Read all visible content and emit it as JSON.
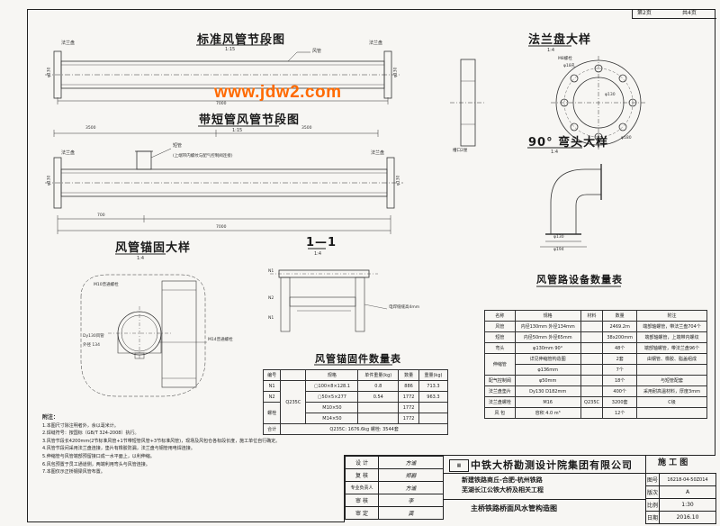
{
  "sheet": {
    "label_no": "第2页",
    "label_total": "共4页"
  },
  "watermark": "www.jdw2.com",
  "drawings": {
    "standard": {
      "title": "标准风管节段图",
      "scale": "1:15",
      "label_pipe": "风管",
      "label_flange": "法兰盘",
      "dim_len": "7000",
      "dim_dia": "φ130"
    },
    "short": {
      "title": "带短管风管节段图",
      "scale": "1:15",
      "dim_left": "3500",
      "dim_right": "3500",
      "dim_700": "700",
      "dim_total": "7000",
      "label_short": "短管",
      "label_short_note": "(上端带内螺纹与配气控制阀连接)",
      "label_flange": "法兰盘",
      "dim_dia": "φ130"
    },
    "flange": {
      "title": "法兰盘大样",
      "scale": "1:4",
      "bolt": "M8螺栓",
      "hole": "φ18孔",
      "groove": "槽口2厘",
      "d1": "φ130",
      "d2": "φ180"
    },
    "elbow": {
      "title": "90° 弯头大样",
      "scale": "1:4",
      "d1": "φ130",
      "d2": "φ194"
    },
    "anchor": {
      "title": "风管锚固大样",
      "scale": "1:4",
      "bolt": "M10普通螺栓",
      "pipe": "Dy130风管",
      "pipe2": "外径 134",
      "m": "M14普通螺栓"
    },
    "section": {
      "title": "1—1",
      "scale": "1:4",
      "n1": "N1",
      "n2": "N2",
      "n3": "N1",
      "weld": "电焊缝缝高4mm"
    }
  },
  "anchor_table": {
    "title": "风管锚固件数量表",
    "header": [
      "编号",
      "",
      "规格",
      "单件重量(kg)",
      "数量",
      "重量(kg)"
    ],
    "rows": [
      [
        "N1",
        "Q235C",
        "▢100×8×128.1",
        "0.8",
        "886",
        "713.3"
      ],
      [
        "N2",
        "",
        "▢50×5×277",
        "0.54",
        "1772",
        "963.3"
      ],
      [
        "螺栓",
        "",
        "M10×50",
        "",
        "1772",
        ""
      ],
      [
        "",
        "",
        "M14×50",
        "",
        "1772",
        ""
      ]
    ],
    "total": [
      "合计",
      "Q235C: 1676.6kg  螺栓: 3544套"
    ]
  },
  "equipment_table": {
    "title": "风管路设备数量表",
    "header": [
      "名称",
      "规格",
      "材料",
      "数量",
      "附注"
    ],
    "rows": [
      [
        "风管",
        "内径130mm 外径134mm",
        "",
        "2469.2m",
        "端部轴螺管，带法兰盘704个"
      ],
      [
        "短管",
        "内径50mm 外径65mm",
        "",
        "38x200mm",
        "端部轴螺管，上端带内螺纹"
      ],
      [
        "弯头",
        "φ130mm 90°",
        "",
        "48个",
        "端部轴螺管，带法兰盘96个"
      ],
      [
        "伸缩管",
        "详见伸缩管构造图",
        "",
        "2套",
        "由钢管、橡胶、脂盖组成"
      ],
      [
        "",
        "φ136mm",
        "",
        "7个",
        ""
      ],
      [
        "配气控制阀",
        "φ50mm",
        "",
        "18个",
        "与短管配套"
      ],
      [
        "法兰盘垫片",
        "Dy130 D182mm",
        "",
        "400个",
        "采用耐高温材料，厚度3mm"
      ],
      [
        "法兰盘螺栓",
        "M16",
        "Q235C",
        "3200套",
        "C级"
      ],
      [
        "风 包",
        "容积 4.0 m³",
        "",
        "12个",
        ""
      ]
    ]
  },
  "notes": {
    "title": "附注：",
    "lines": [
      "1.本图尺寸除注明者外，余以毫米计。",
      "2.焊缝符号：按国标（GB/T 324-2008）执行。",
      "3.风管节段长4200mm(2节标准风管+1节带短管风管+3节标准风管)，现场及风包仓各标段长度，施工单位自行确定。",
      "4.风管节段间采用法兰盘连接，垫片有橡胶防漏，法兰盘与钢管用电焊连接。",
      "5.伸缩管与风管端部预留接口成一水平面上，以利伸缩。",
      "6.风包预置于员工通道侧，两端利用弯头与风管连接。",
      "7.本图仅示正桥钢梁风管布置。"
    ]
  },
  "title_block": {
    "company": "中铁大桥勘测设计院集团有限公司",
    "stage": "施 工 图",
    "project1": "新建铁路商丘-合肥-杭州铁路",
    "project2": "芜湖长江公铁大桥及相关工程",
    "drawing_title": "主桥铁路桥面风水管构造图",
    "roles": [
      "设 计",
      "复 核",
      "专业负责人",
      "审 核",
      "审 定"
    ],
    "signatures": [
      "方谧",
      "郑爵",
      "方谧",
      "李",
      "龚"
    ],
    "fields": [
      [
        "图号",
        "16218-04-50Z014"
      ],
      [
        "版次",
        "A"
      ],
      [
        "比例",
        "1:30"
      ],
      [
        "日期",
        "2016.10"
      ]
    ]
  }
}
